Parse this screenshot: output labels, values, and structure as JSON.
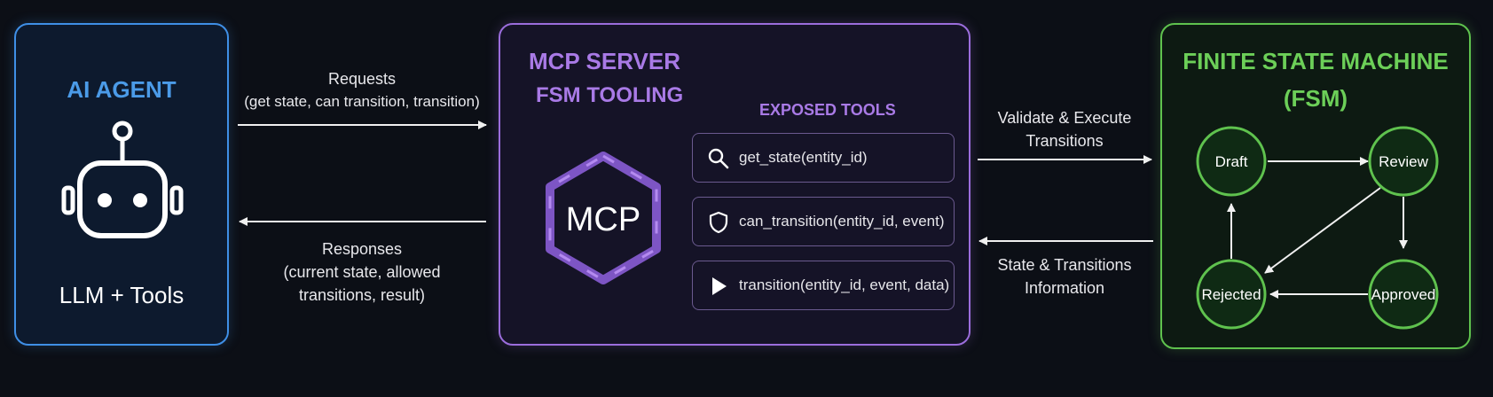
{
  "agent": {
    "title": "AI AGENT",
    "subtitle": "LLM + Tools",
    "icon": "robot-icon"
  },
  "requests": {
    "label": "Requests",
    "detail": "(get state, can transition, transition)"
  },
  "responses": {
    "line1": "Responses",
    "line2": "(current state, allowed",
    "line3": "transitions, result)"
  },
  "mcp": {
    "title": "MCP SERVER",
    "subtitle": "FSM TOOLING",
    "logo_text": "MCP",
    "tools_header": "EXPOSED TOOLS",
    "tools": [
      {
        "label": "get_state(entity_id)",
        "icon": "search-icon"
      },
      {
        "label": "can_transition(entity_id, event)",
        "icon": "shield-icon"
      },
      {
        "label": "transition(entity_id, event, data)",
        "icon": "play-icon"
      }
    ]
  },
  "validate": {
    "line1": "Validate & Execute",
    "line2": "Transitions"
  },
  "state_info": {
    "line1": "State & Transitions",
    "line2": "Information"
  },
  "fsm": {
    "title_line1": "FINITE STATE MACHINE",
    "title_line2": "(FSM)",
    "states": [
      "Draft",
      "Review",
      "Approved",
      "Rejected"
    ]
  },
  "colors": {
    "background": "#0c0f16",
    "agent": "#3f8fe6",
    "mcp": "#9b6ddc",
    "fsm": "#5fc24e",
    "text": "#ffffff"
  }
}
